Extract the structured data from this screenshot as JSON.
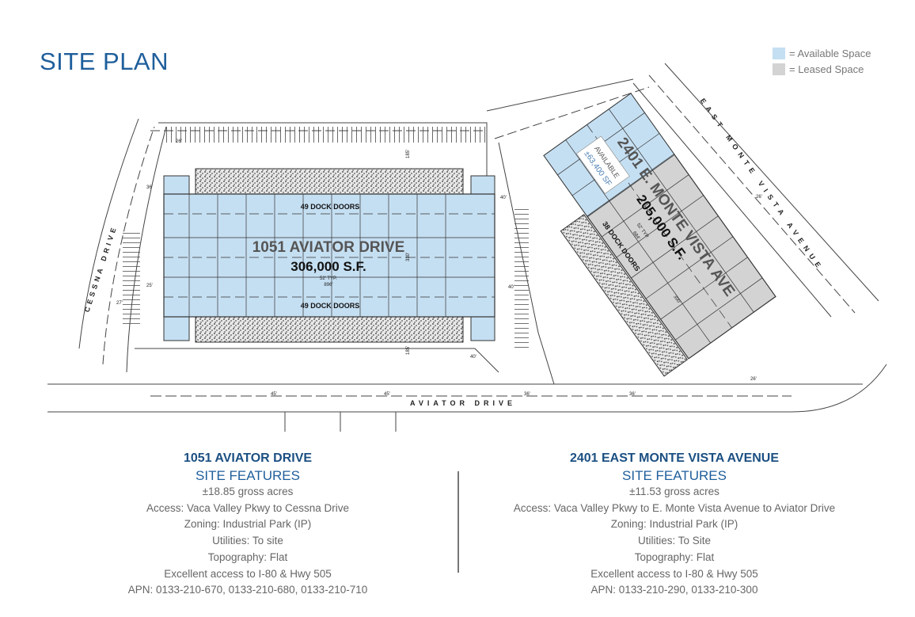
{
  "page_title": "SITE PLAN",
  "legend": [
    {
      "label": "= Available Space",
      "color": "#c5dff2"
    },
    {
      "label": "= Leased Space",
      "color": "#d3d3d3"
    }
  ],
  "plan": {
    "building1": {
      "name": "1051 AVIATOR DRIVE",
      "area": "306,000 S.F.",
      "dock_top": "49 DOCK DOORS",
      "dock_bottom": "49 DOCK DOORS",
      "bay": "52' TYP.",
      "length": "896'",
      "depth": "330'",
      "status": "available"
    },
    "building2": {
      "name": "2401 E. MONTE VISTA AVE",
      "area": "205,000 S.F.",
      "available_label": "AVAILABLE",
      "available_area": "±63,400 SF",
      "dock": "38 DOCK DOORS",
      "bay": "52' TYP.",
      "length": "684'",
      "depth": "300'"
    },
    "streets": {
      "aviator": "AVIATOR DRIVE",
      "cessna": "CESSNA DRIVE",
      "monte_vista": "EAST MONTE VISTA AVENUE"
    },
    "dimensions": [
      "26'",
      "36'",
      "25'",
      "27'",
      "185'",
      "185'",
      "40'",
      "40'",
      "40'",
      "45'",
      "45'",
      "36'",
      "36'",
      "26'",
      "26'"
    ]
  },
  "sites": [
    {
      "name": "1051 AVIATOR DRIVE",
      "subtitle": "SITE FEATURES",
      "features": [
        "±18.85 gross acres",
        "Access: Vaca Valley Pkwy to Cessna Drive",
        "Zoning: Industrial Park (IP)",
        "Utilities: To site",
        "Topography: Flat",
        "Excellent access to I-80 & Hwy 505",
        "APN: 0133-210-670, 0133-210-680, 0133-210-710"
      ]
    },
    {
      "name": "2401 EAST MONTE VISTA AVENUE",
      "subtitle": "SITE FEATURES",
      "features": [
        "±11.53 gross acres",
        "Access: Vaca Valley Pkwy to E. Monte Vista Avenue to Aviator Drive",
        "Zoning: Industrial Park (IP)",
        "Utilities: To Site",
        "Topography: Flat",
        "Excellent access to I-80 & Hwy 505",
        "APN: 0133-210-290, 0133-210-300"
      ]
    }
  ]
}
